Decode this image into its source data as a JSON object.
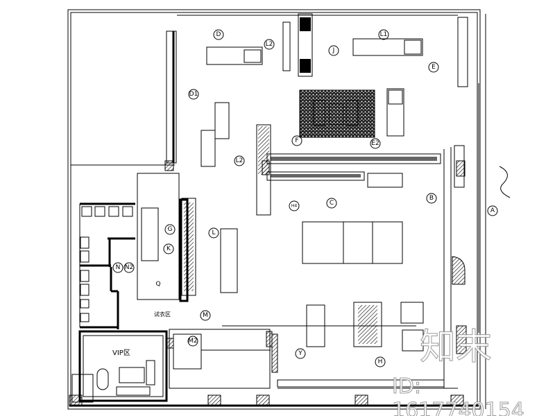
{
  "plan": {
    "room_label_vip": "VIP区",
    "room_label_fitting": "试衣区",
    "markers": [
      {
        "label": "D"
      },
      {
        "label": "L1"
      },
      {
        "label": "L2"
      },
      {
        "label": "J"
      },
      {
        "label": "E"
      },
      {
        "label": "D1"
      },
      {
        "label": "F"
      },
      {
        "label": "E2"
      },
      {
        "label": "L2"
      },
      {
        "label": "C"
      },
      {
        "label": "B"
      },
      {
        "label": "A"
      },
      {
        "label": "G"
      },
      {
        "label": "K"
      },
      {
        "label": "L"
      },
      {
        "label": "N"
      },
      {
        "label": "N2"
      },
      {
        "label": "Q"
      },
      {
        "label": "M"
      },
      {
        "label": "M2"
      },
      {
        "label": "Y"
      },
      {
        "label": "H"
      },
      {
        "label": "H4"
      }
    ]
  },
  "watermark": {
    "logo_text": "知末",
    "id_text": "ID: 1617740154"
  }
}
